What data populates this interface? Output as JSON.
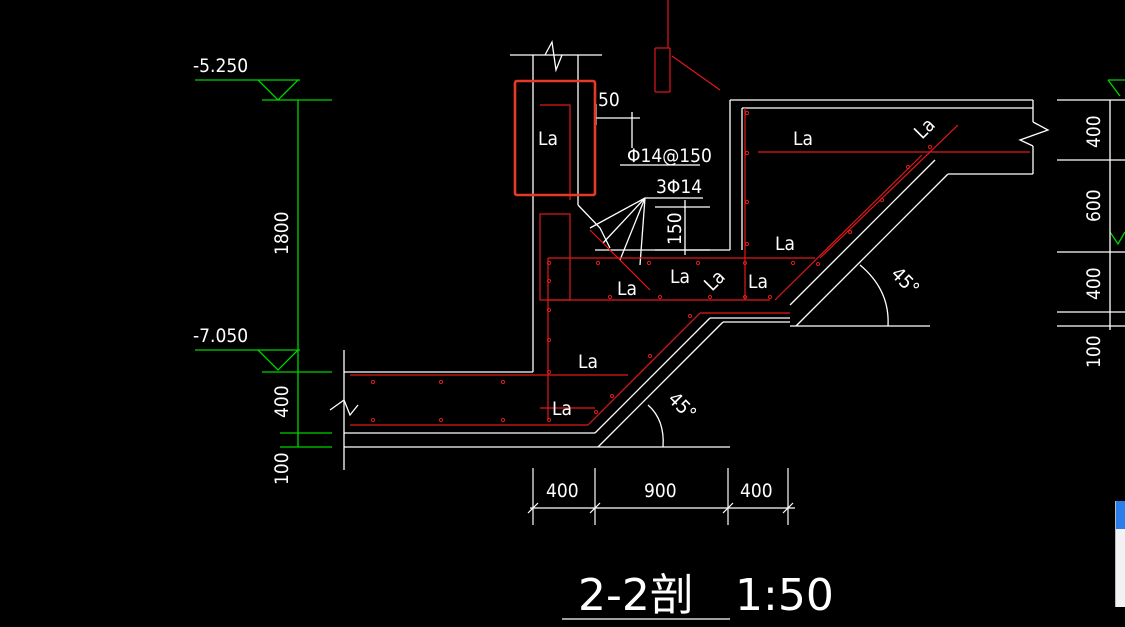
{
  "colors": {
    "background": "#000000",
    "outline": "#ffffff",
    "rebar": "#e0191b",
    "level": "#00d400",
    "highlight": "#e53a2a"
  },
  "drawing": {
    "title": "2-2剖",
    "scale": "1:50",
    "levels": {
      "upper": "-5.250",
      "lower": "-7.050"
    },
    "dimensions": {
      "left_1800": "1800",
      "left_400": "400",
      "left_100": "100",
      "bottom_400_a": "400",
      "bottom_900": "900",
      "bottom_400_b": "400",
      "right_400_a": "400",
      "right_600": "600",
      "right_400_b": "400",
      "right_100": "100",
      "top_50": "50",
      "v_150": "150"
    },
    "rebar_labels": {
      "stirrup": "Φ14@150",
      "bars": "3Φ14"
    },
    "anchor_label": "La",
    "angle_label": "45°"
  }
}
